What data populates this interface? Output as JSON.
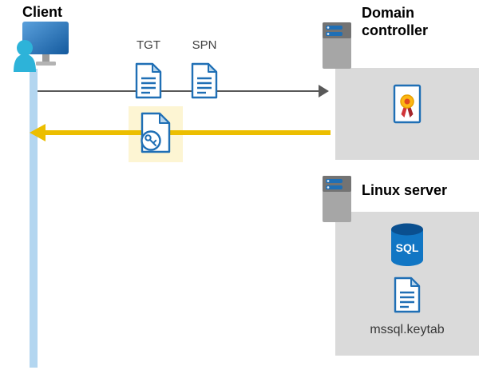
{
  "client": {
    "label": "Client",
    "icon": "client-workstation-icon"
  },
  "tickets": {
    "tgt_label": "TGT",
    "spn_label": "SPN",
    "tgt_icon": "document-icon",
    "spn_icon": "document-icon",
    "service_ticket_icon": "document-key-icon"
  },
  "domain_controller": {
    "label": "Domain controller",
    "server_icon": "server-icon",
    "certificate_icon": "certificate-icon"
  },
  "linux_server": {
    "label": "Linux server",
    "server_icon": "server-icon",
    "database_icon": "sql-database-icon",
    "sql_label": "SQL",
    "keytab_icon": "document-icon",
    "keytab_label": "mssql.keytab"
  },
  "colors": {
    "doc_blue": "#1f6fb5",
    "lifeline_blue": "#b3d6f0",
    "box_gray": "#dadada",
    "highlight_yellow": "#fdf5d3",
    "arrow_gray": "#595959",
    "arrow_yellow": "#ecbe00",
    "person_cyan": "#2db3d9",
    "sql_blue": "#1176c4"
  }
}
